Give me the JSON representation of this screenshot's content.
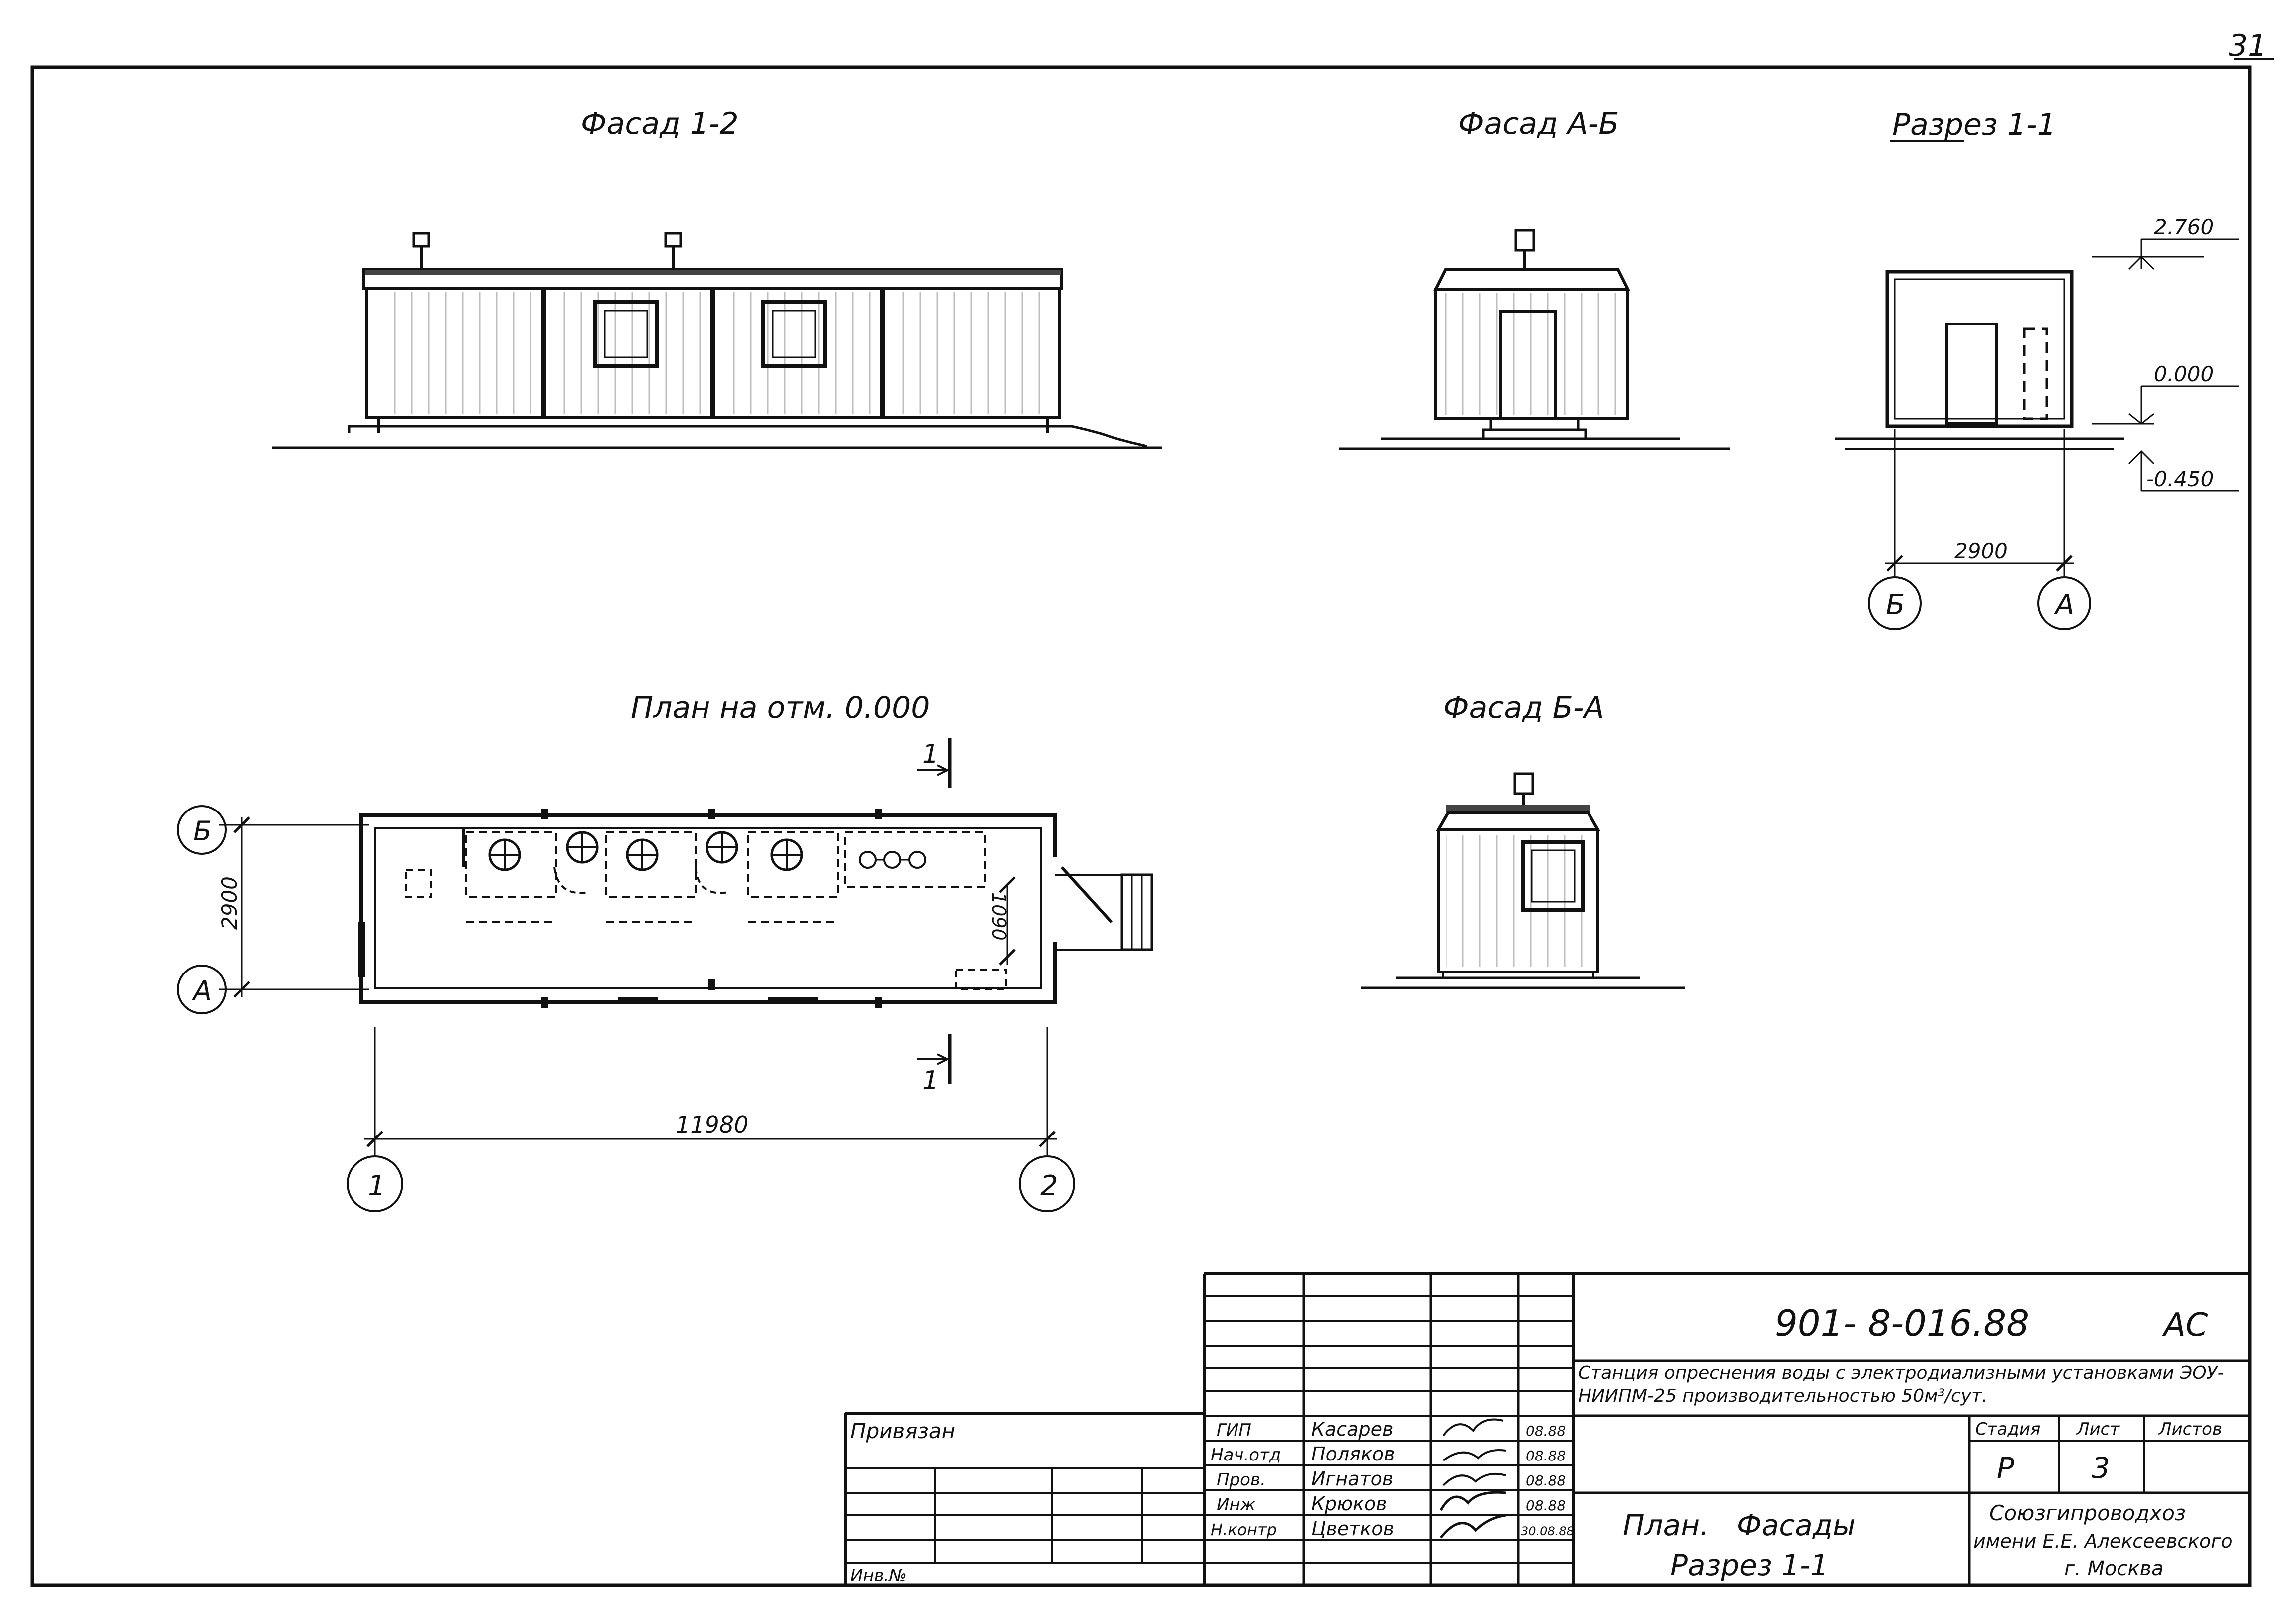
{
  "sheet": {
    "page_number": "31",
    "views": {
      "facade_1_2": "Фасад 1-2",
      "facade_a_b": "Фасад А-Б",
      "section_1_1": "Разрез 1-1",
      "plan": "План на отм. 0.000",
      "facade_b_a": "Фасад Б-А"
    },
    "section": {
      "elev_top": "2.760",
      "elev_zero": "0.000",
      "elev_ground": "-0.450",
      "width_dim": "2900",
      "axis_left": "Б",
      "axis_right": "А"
    },
    "plan": {
      "width_dim": "2900",
      "length_dim": "11980",
      "door_dim": "1090",
      "axis_top": "Б",
      "axis_bottom": "А",
      "axis_left": "1",
      "axis_right": "2",
      "cut_mark_top": "1",
      "cut_mark_bottom": "1"
    },
    "title_block": {
      "doc_code": "901- 8-016.88",
      "sheet_mark": "АС",
      "project_title": "Станция опреснения воды с электродиализными установками ЭОУ-НИИПМ-25 производительностью 50м³/сут.",
      "stage_header": "Стадия",
      "sheet_header": "Лист",
      "sheets_header": "Листов",
      "stage": "Р",
      "sheet": "3",
      "drawing_title_1": "План.   Фасады",
      "drawing_title_2": "Разрез 1-1",
      "org_line_1": "Союзгипроводхоз",
      "org_line_2": "имени Е.Е. Алексеевского",
      "org_line_3": "г. Москва",
      "privyazan": "Привязан",
      "inv_no": "Инв.№",
      "signatures": [
        {
          "role": "ГИП",
          "name": "Касарев",
          "date": "08.88"
        },
        {
          "role": "Нач.отд",
          "name": "Поляков",
          "date": "08.88"
        },
        {
          "role": "Пров.",
          "name": "Игнатов",
          "date": "08.88"
        },
        {
          "role": "Инж",
          "name": "Крюков",
          "date": "08.88"
        },
        {
          "role": "Н.контр",
          "name": "Цветков",
          "date": "30.08.88"
        }
      ]
    }
  }
}
